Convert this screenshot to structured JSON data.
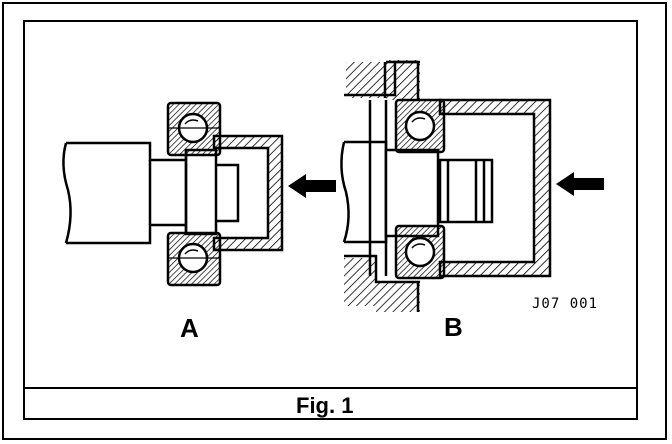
{
  "diagram": {
    "view_a_label": "A",
    "view_b_label": "B",
    "reference_code": "J07 001",
    "caption": "Fig. 1"
  },
  "colors": {
    "ink": "#000000",
    "paper": "#ffffff"
  }
}
